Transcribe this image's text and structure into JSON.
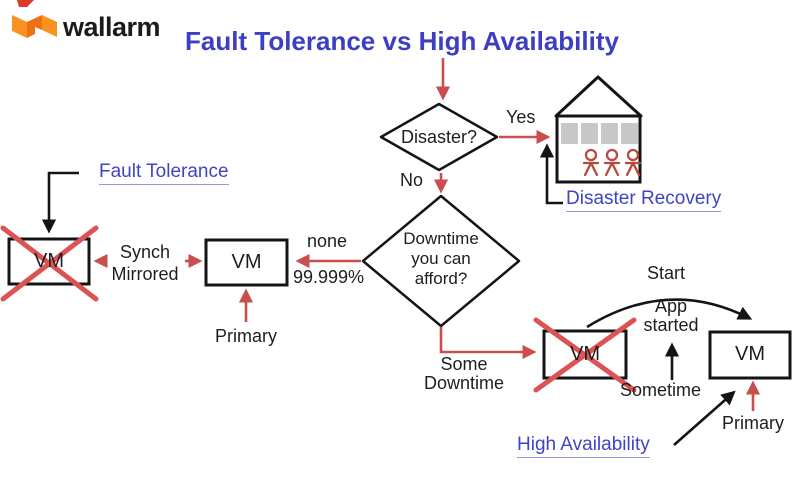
{
  "header": {
    "brand": "wallarm",
    "title": "Fault Tolerance vs High Availability"
  },
  "colors": {
    "title_blue": "#3c3ec4",
    "link_blue": "#3f44c2",
    "arrow_red": "#c94f4f",
    "cross_red": "#dd5252",
    "person_red": "#b8493f",
    "window_gray": "#c8c8c8",
    "line_black": "#141414",
    "brand_orange": "#f79421",
    "brand_orange_dark": "#ed7014",
    "corner_red": "#d93a26"
  },
  "diagram": {
    "decision_disaster": "Disaster?",
    "decision_downtime_line1": "Downtime",
    "decision_downtime_line2": "you can",
    "decision_downtime_line3": "afford?",
    "edge_yes": "Yes",
    "edge_no": "No",
    "edge_none": "none",
    "edge_uptime": "99.999%",
    "edge_some_line1": "Some",
    "edge_some_line2": "Downtime",
    "synch_line1": "Synch",
    "synch_line2": "Mirrored",
    "start_label": "Start",
    "app_started_line1": "App",
    "app_started_line2": "started",
    "sometime_label": "Sometime",
    "primary_left": "Primary",
    "primary_right": "Primary",
    "link_fault_tolerance": "Fault Tolerance",
    "link_disaster_recovery": "Disaster Recovery",
    "link_high_availability": "High Availability",
    "vm_ft_failed": "VM",
    "vm_ft_primary": "VM",
    "vm_ha_failed": "VM",
    "vm_ha_primary": "VM"
  }
}
